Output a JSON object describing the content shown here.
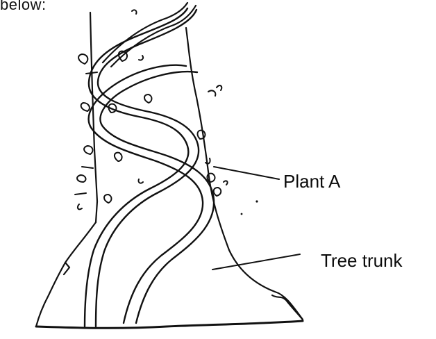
{
  "caption_fragment": "below:",
  "labels": {
    "plant": "Plant A",
    "trunk": "Tree trunk"
  },
  "colors": {
    "ink": "#111111",
    "background": "#ffffff"
  }
}
